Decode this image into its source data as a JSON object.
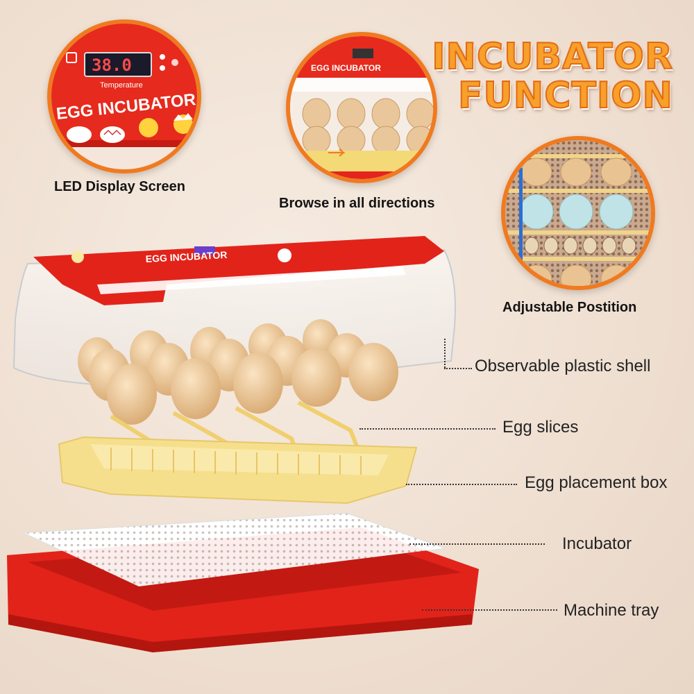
{
  "title": {
    "line1": "INCUBATOR",
    "line2": "FUNCTION"
  },
  "features": [
    {
      "caption": "LED Display Screen"
    },
    {
      "caption": "Browse in all directions"
    },
    {
      "caption": "Adjustable Postition"
    }
  ],
  "display": {
    "reading": "38.0",
    "unit_label": "Temperature",
    "brand_text": "EGG INCUBATOR"
  },
  "parts": [
    {
      "label": "Observable plastic shell"
    },
    {
      "label": "Egg slices"
    },
    {
      "label": "Egg placement box"
    },
    {
      "label": "Incubator"
    },
    {
      "label": "Machine tray"
    }
  ],
  "colors": {
    "title_fill": "#f7a02a",
    "title_stroke": "#e26a15",
    "circle_border": "#f07a1f",
    "body_red": "#e2231a",
    "tray_yellow": "#f6df8c",
    "egg": "#eac79a"
  }
}
